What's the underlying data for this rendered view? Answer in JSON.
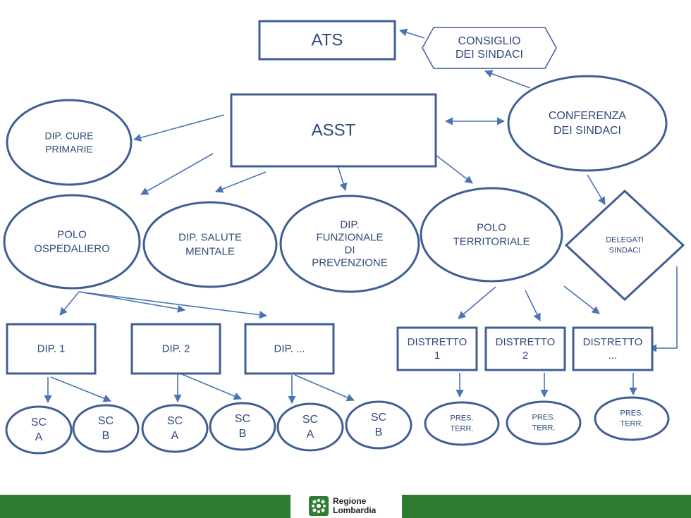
{
  "nodes": {
    "ats": [
      "ATS"
    ],
    "consiglio": [
      "CONSIGLIO",
      "DEI SINDACI"
    ],
    "asst": [
      "ASST"
    ],
    "conferenza": [
      "CONFERENZA",
      "DEI SINDACI"
    ],
    "dip_cure": [
      "DIP. CURE",
      "PRIMARIE"
    ],
    "polo_osp": [
      "POLO",
      "OSPEDALIERO"
    ],
    "dip_salute": [
      "DIP. SALUTE",
      "MENTALE"
    ],
    "dip_funz": [
      "DIP.",
      "FUNZIONALE",
      "DI",
      "PREVENZIONE"
    ],
    "polo_terr": [
      "POLO",
      "TERRITORIALE"
    ],
    "delegati": [
      "DELEGATI",
      "SINDACI"
    ],
    "dip1": [
      "DIP. 1"
    ],
    "dip2": [
      "DIP. 2"
    ],
    "dip3": [
      "DIP. ..."
    ],
    "distretto1": [
      "DISTRETTO",
      "1"
    ],
    "distretto2": [
      "DISTRETTO",
      "2"
    ],
    "distretto3": [
      "DISTRETTO",
      "..."
    ],
    "sc1a": [
      "SC",
      "A"
    ],
    "sc1b": [
      "SC",
      "B"
    ],
    "sc2a": [
      "SC",
      "A"
    ],
    "sc2b": [
      "SC",
      "B"
    ],
    "sc3a": [
      "SC",
      "A"
    ],
    "sc3b": [
      "SC",
      "B"
    ],
    "pres1": [
      "PRES.",
      "TERR."
    ],
    "pres2": [
      "PRES.",
      "TERR."
    ],
    "pres3": [
      "PRES.",
      "TERR."
    ]
  },
  "colors": {
    "stroke": "#3f5f93",
    "arrow": "#4a74b5",
    "text": "#2f4a7a",
    "footer": "#2e7d32"
  },
  "logo": {
    "line1": "Regione",
    "line2": "Lombardia"
  }
}
